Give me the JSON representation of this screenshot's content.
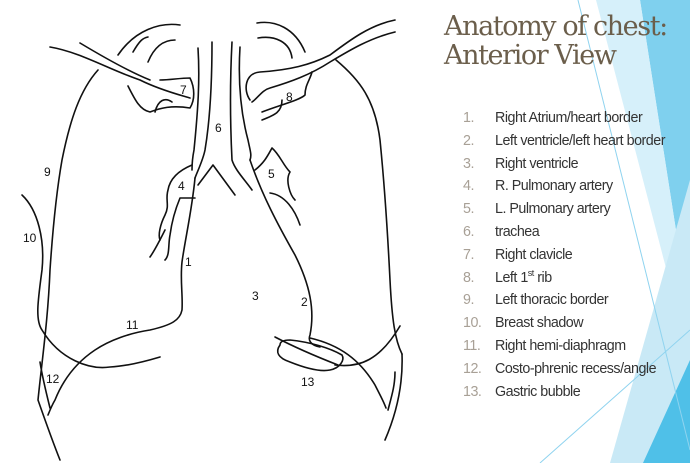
{
  "slide": {
    "title_line1": "Anatomy of chest:",
    "title_line2": "Anterior View",
    "colors": {
      "title": "#6b5e4b",
      "list_text": "#333333",
      "list_number": "#a8a096",
      "accent_light": "#c9e9f6",
      "accent_mid": "#7fd0ee",
      "accent_dark": "#4fc0e8"
    }
  },
  "diagram": {
    "labels": [
      {
        "id": "1",
        "text": "1"
      },
      {
        "id": "2",
        "text": "2"
      },
      {
        "id": "3",
        "text": "3"
      },
      {
        "id": "4",
        "text": "4"
      },
      {
        "id": "5",
        "text": "5"
      },
      {
        "id": "6",
        "text": "6"
      },
      {
        "id": "7",
        "text": "7"
      },
      {
        "id": "8",
        "text": "8"
      },
      {
        "id": "9",
        "text": "9"
      },
      {
        "id": "10",
        "text": "10"
      },
      {
        "id": "11",
        "text": "11"
      },
      {
        "id": "12",
        "text": "12"
      },
      {
        "id": "13",
        "text": "13"
      }
    ]
  },
  "legend": {
    "items": [
      {
        "num": "1.",
        "text": "Right Atrium/heart border"
      },
      {
        "num": "2.",
        "text": "Left ventricle/left heart border"
      },
      {
        "num": "3.",
        "text": "Right ventricle"
      },
      {
        "num": "4.",
        "text": "R. Pulmonary artery"
      },
      {
        "num": "5.",
        "text": "L. Pulmonary artery"
      },
      {
        "num": "6.",
        "text": "trachea"
      },
      {
        "num": "7.",
        "text": "Right clavicle"
      },
      {
        "num": "8.",
        "text": "Left 1",
        "sup": "st",
        "after": " rib"
      },
      {
        "num": "9.",
        "text": "Left thoracic border"
      },
      {
        "num": "10.",
        "text": "Breast shadow"
      },
      {
        "num": "11.",
        "text": "Right hemi-diaphragm"
      },
      {
        "num": "12.",
        "text": "Costo-phrenic recess/angle"
      },
      {
        "num": "13.",
        "text": "Gastric bubble"
      }
    ]
  }
}
